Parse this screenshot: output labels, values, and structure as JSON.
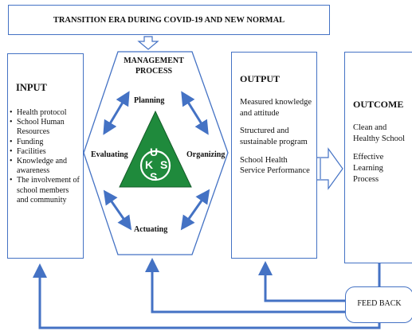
{
  "title": "TRANSITION ERA DURING COVID-19 AND NEW NORMAL",
  "input": {
    "heading": "INPUT",
    "items": [
      "Health protocol",
      "School Human Resources",
      "Funding",
      "Facilities",
      "Knowledge and awareness",
      "The involvement of school members and community"
    ]
  },
  "management": {
    "heading_line1": "MANAGEMENT",
    "heading_line2": "PROCESS",
    "planning": "Planning",
    "organizing": "Organizing",
    "actuating": "Actuating",
    "evaluating": "Evaluating",
    "logo_letters": [
      "U",
      "K",
      "S",
      "S"
    ],
    "logo_color": "#1f8a3c"
  },
  "output": {
    "heading": "OUTPUT",
    "items": [
      "Measured knowledge and attitude",
      "Structured and sustainable program",
      "School Health Service Performance"
    ]
  },
  "outcome": {
    "heading": "OUTCOME",
    "items": [
      "Clean and Healthy School",
      "Effective Learning Process"
    ]
  },
  "feedback": "FEED BACK",
  "colors": {
    "border": "#4472c4",
    "arrow": "#4472c4",
    "logo": "#1f8a3c"
  }
}
